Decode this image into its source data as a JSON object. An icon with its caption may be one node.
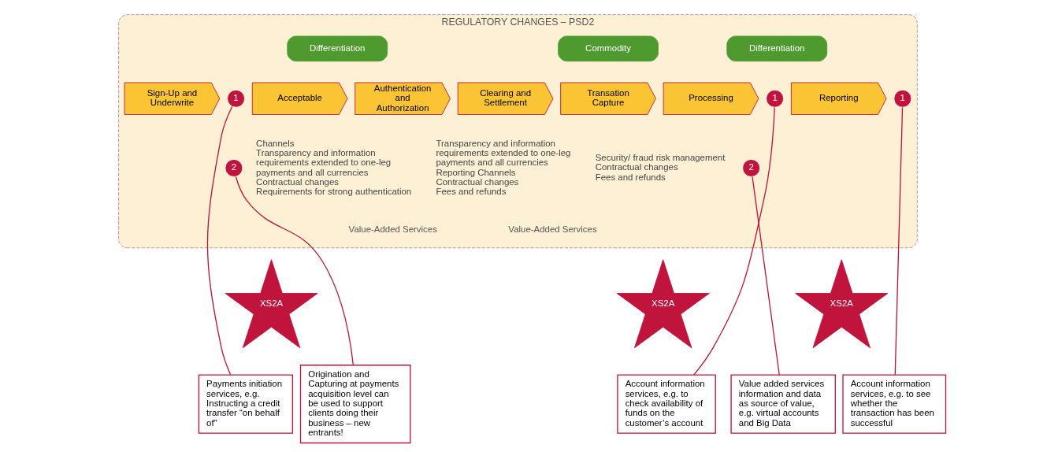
{
  "diagram": {
    "nodes": [
      {
        "text": [
          "REGULATORY CHANGES – PSD2"
        ]
      },
      {
        "text": [
          "Differentiation"
        ],
        "in": 0
      },
      {
        "text": [
          "Commodity"
        ],
        "in": 0
      },
      {
        "text": [
          "Differentiation"
        ],
        "in": 0
      },
      {
        "text": [
          "Sign-Up and Underwrite"
        ],
        "in": 0
      },
      {
        "text": [
          "Acceptable"
        ],
        "in": 0
      },
      {
        "text": [
          "Authentication and Authorization"
        ],
        "in": 0
      },
      {
        "text": [
          "Transation Capture"
        ],
        "in": 0
      },
      {
        "text": [
          "Processing"
        ],
        "in": 0
      },
      {
        "text": [
          "Clearing and Settlement"
        ],
        "in": 0
      },
      {
        "text": [
          "Reporting"
        ],
        "in": 0
      },
      {
        "text": [
          "1"
        ],
        "in": 0
      },
      {
        "text": [
          "Channels",
          "Transparency and information requirements extended to one-leg payments and all currencies",
          "Contractual changes",
          "Requirements for strong authentication"
        ],
        "in": 0
      },
      {
        "text": [
          "2"
        ],
        "in": 0
      },
      {
        "text": [
          "Security/ fraud risk management",
          "Contractual changes",
          "Fees and refunds"
        ],
        "in": 0
      },
      {
        "text": [
          "1"
        ],
        "in": 0
      },
      {
        "text": [
          "2"
        ],
        "in": 0
      },
      {
        "text": [
          "Transparency and information requirements extended to one-leg payments and all currencies",
          "Reporting Channels",
          "Contractual changes",
          "Fees and refunds"
        ],
        "in": 0
      },
      {
        "text": [
          "1"
        ],
        "in": 0
      },
      {
        "text": [
          "XS2A"
        ]
      },
      {
        "text": [
          "Payments initiation services, e.g. Instructing a credit transfer “on behalf of”"
        ]
      },
      {
        "text": [
          "Origination and Capturing at payments acquisition level can be used to support clients doing their business – new entrants!"
        ]
      },
      {
        "text": [
          "XS2A"
        ]
      },
      {
        "text": [
          "Account information services, e.g. to check availability of funds on the customer’s account"
        ]
      },
      {
        "text": [
          "Value added services information and data as source of value, e.g. virtual accounts and Big Data"
        ]
      },
      {
        "text": [
          "XS2A"
        ]
      },
      {
        "text": [
          "Account information services, e.g. to see whether the transaction has been successful"
        ]
      }
    ],
    "edges": [
      {
        "from": 11,
        "to": 20,
        "arrow": "none"
      },
      {
        "from": 13,
        "to": 21,
        "arrow": "none"
      },
      {
        "from": 15,
        "to": 23,
        "arrow": "none"
      },
      {
        "from": 16,
        "to": 24,
        "arrow": "none"
      },
      {
        "from": 18,
        "to": 26,
        "arrow": "none"
      }
    ],
    "labels": [
      "Value-Added Services",
      "Value-Added Services"
    ]
  }
}
